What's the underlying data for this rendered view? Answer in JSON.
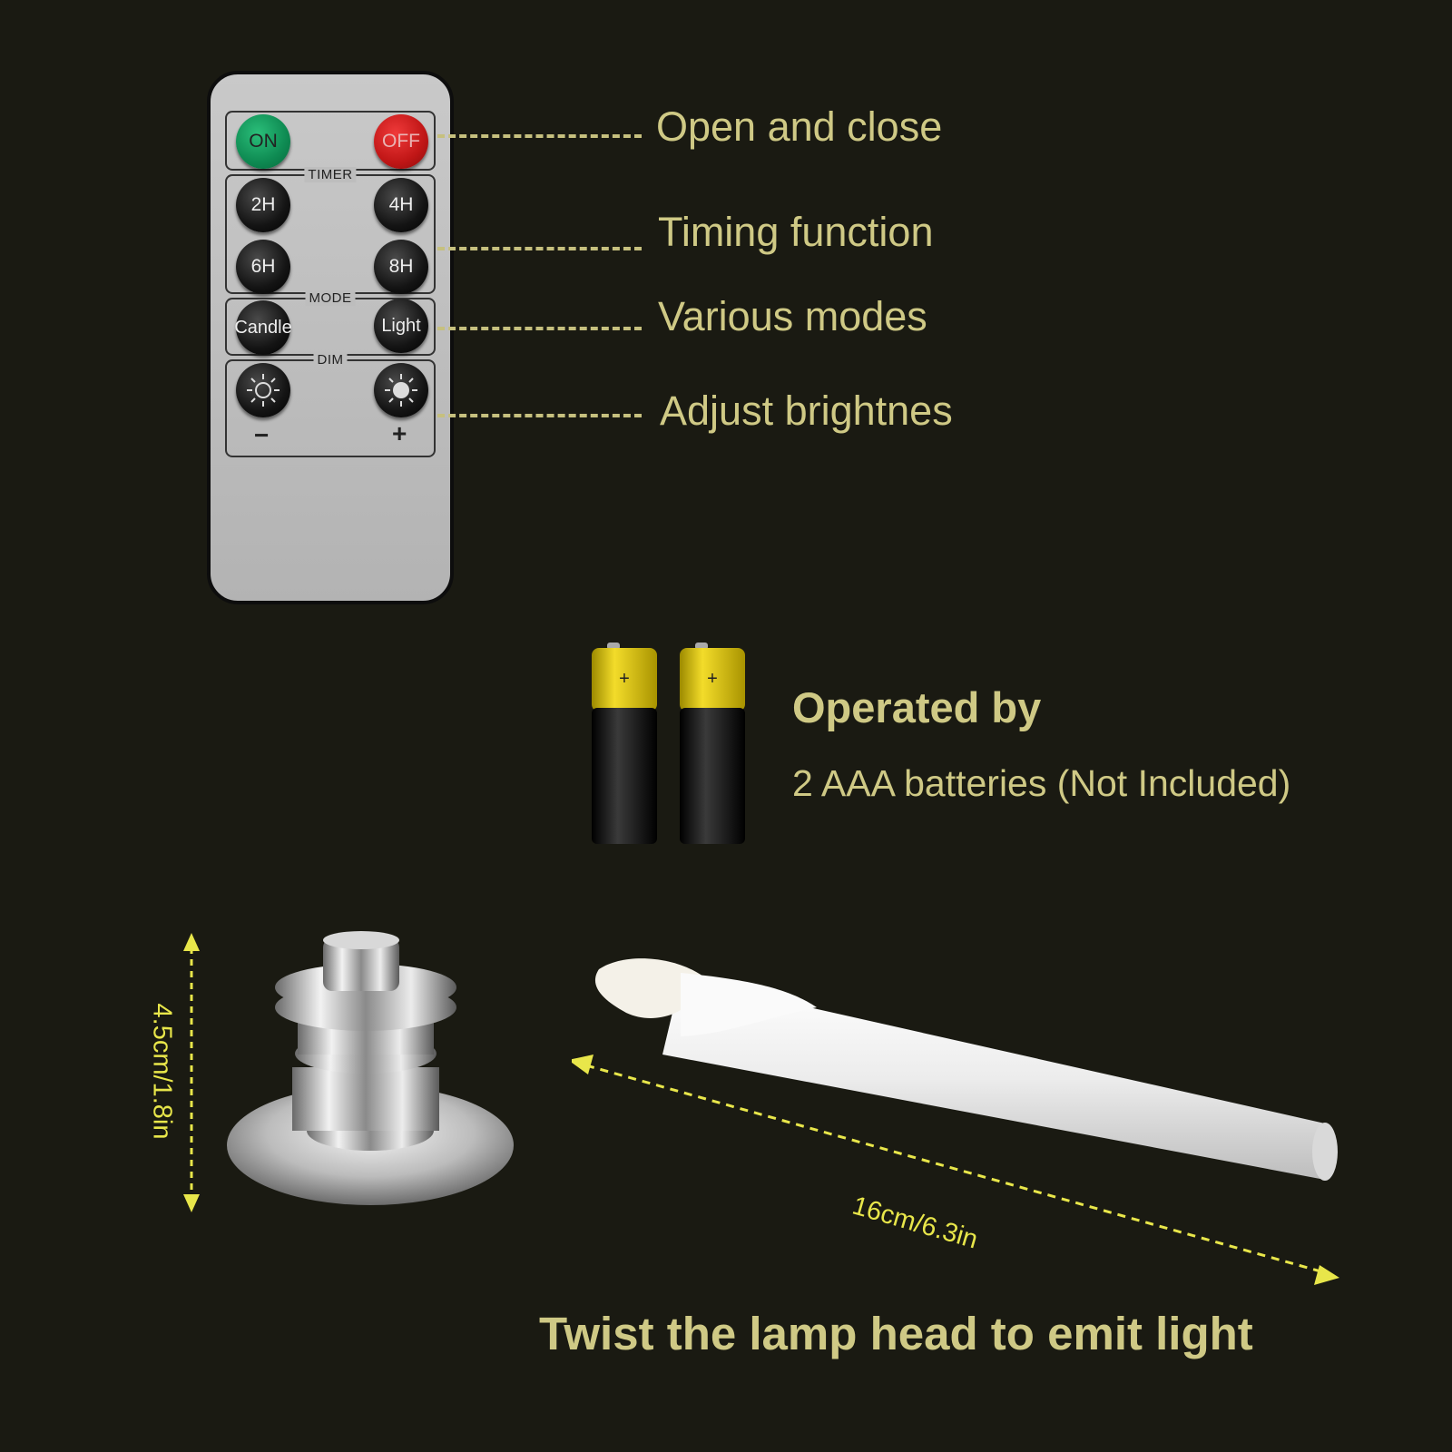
{
  "remote": {
    "on_label": "ON",
    "off_label": "OFF",
    "timer_label": "TIMER",
    "timer_buttons": [
      "2H",
      "4H",
      "6H",
      "8H"
    ],
    "mode_label": "MODE",
    "mode_buttons": [
      "Candle",
      "Light"
    ],
    "dim_label": "DIM",
    "dim_minus": "−",
    "dim_plus": "+"
  },
  "callouts": {
    "open_close": "Open and close",
    "timing": "Timing function",
    "modes": "Various modes",
    "brightness": "Adjust brightnes"
  },
  "batteries": {
    "title": "Operated by",
    "subtitle": "2 AAA batteries (Not Included)",
    "plus_symbol": "+"
  },
  "dimensions": {
    "height": "4.5cm/1.8in",
    "length": "16cm/6.3in"
  },
  "footer": "Twist the lamp head to emit light",
  "colors": {
    "accent": "#cfc985",
    "dimension": "#e8e64a",
    "background": "#1a1a12"
  }
}
